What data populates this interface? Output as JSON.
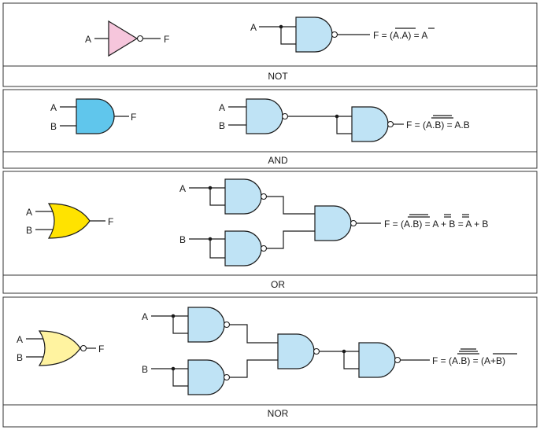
{
  "colors": {
    "not_gate": "#f6c6dc",
    "and_gate": "#60c6ec",
    "or_gate": "#ffe300",
    "nor_gate": "#fff3a0",
    "nand_gate": "#bfe3f5",
    "line": "#1a1a1a",
    "frame": "#333333"
  },
  "sections": [
    {
      "caption": "NOT",
      "symbol": {
        "gate": "NOT",
        "inputs": [
          "A"
        ],
        "output": "F"
      },
      "circuit": {
        "inputs": [
          "A"
        ],
        "equation": "F = (A.A) = A"
      }
    },
    {
      "caption": "AND",
      "symbol": {
        "gate": "AND",
        "inputs": [
          "A",
          "B"
        ],
        "output": "F"
      },
      "circuit": {
        "inputs": [
          "A",
          "B"
        ],
        "equation": "F = (A.B) = A.B"
      }
    },
    {
      "caption": "OR",
      "symbol": {
        "gate": "OR",
        "inputs": [
          "A",
          "B"
        ],
        "output": "F"
      },
      "circuit": {
        "inputs": [
          "A",
          "B"
        ],
        "equation": "F = (A.B) = A + B = A + B"
      }
    },
    {
      "caption": "NOR",
      "symbol": {
        "gate": "NOR",
        "inputs": [
          "A",
          "B"
        ],
        "output": "F"
      },
      "circuit": {
        "inputs": [
          "A",
          "B"
        ],
        "equation": "F = (A.B) = (A+B)"
      }
    }
  ]
}
